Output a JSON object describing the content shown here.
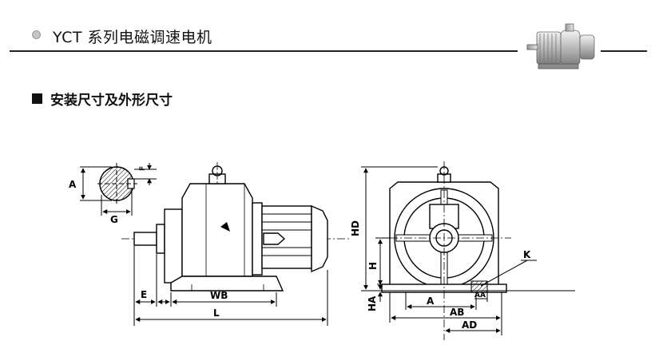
{
  "header": {
    "title": "YCT 系列电磁调速电机",
    "product_photo_icon": "electric-motor-photo"
  },
  "section": {
    "heading": "安装尺寸及外形尺寸"
  },
  "labels": {
    "A_key": "A",
    "F": "F",
    "G": "G",
    "E": "E",
    "WB": "WB",
    "L": "L",
    "HD": "HD",
    "H": "H",
    "HA": "HA",
    "A_base": "A",
    "AB": "AB",
    "AD": "AD",
    "AA": "AA",
    "K": "K"
  }
}
